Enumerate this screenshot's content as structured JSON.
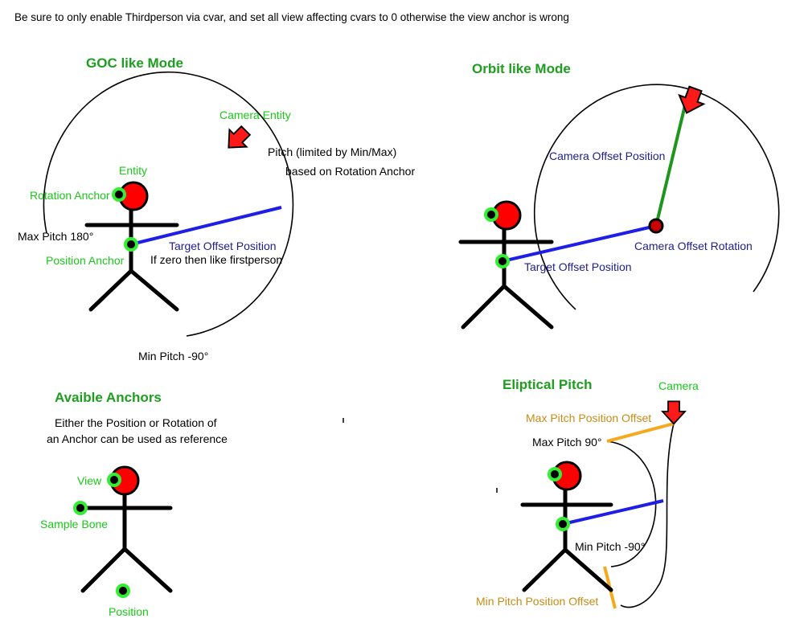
{
  "note": "Be sure to only enable Thirdperson via cvar, and set all view affecting cvars to 0 otherwise the view anchor is wrong",
  "colors": {
    "heading": "#1e9e1e",
    "anchor_label": "#19c819",
    "offset_label": "#1e1e8c",
    "pitch_offset_label": "#c88c14",
    "head_fill": "#ff0000",
    "anchor_ring": "#33ee33",
    "target_line": "#1e1ee6",
    "camera_line": "#1e961e",
    "pitch_offset_line": "#f5aa1e"
  },
  "goc": {
    "title": "GOC like Mode",
    "camera_entity": "Camera Entity",
    "pitch_line1": "Pitch (limited by Min/Max)",
    "pitch_line2": "based on Rotation Anchor",
    "entity": "Entity",
    "rotation_anchor": "Rotation Anchor",
    "max_pitch": "Max Pitch 180°",
    "position_anchor": "Position Anchor",
    "target_offset": "Target Offset Position",
    "target_offset_note": "If zero then like firstperson",
    "min_pitch": "Min Pitch -90°",
    "icons": [
      "camera-arrow-icon",
      "stick-figure-icon"
    ]
  },
  "orbit": {
    "title": "Orbit like Mode",
    "camera_offset_position": "Camera Offset Position",
    "camera_offset_rotation": "Camera Offset Rotation",
    "target_offset": "Target Offset Position",
    "icons": [
      "camera-arrow-icon",
      "stick-figure-icon"
    ]
  },
  "anchors": {
    "title": "Avaible Anchors",
    "desc_line1": "Either the Position or Rotation of",
    "desc_line2": "an Anchor can be used as reference",
    "view": "View",
    "sample_bone": "Sample Bone",
    "position": "Position",
    "icons": [
      "stick-figure-icon"
    ]
  },
  "eliptical": {
    "title": "Eliptical Pitch",
    "camera": "Camera",
    "max_pitch_offset": "Max Pitch Position Offset",
    "max_pitch": "Max Pitch 90°",
    "min_pitch": "Min Pitch -90°",
    "min_pitch_offset": "Min Pitch Position Offset",
    "icons": [
      "camera-arrow-icon",
      "stick-figure-icon"
    ]
  }
}
